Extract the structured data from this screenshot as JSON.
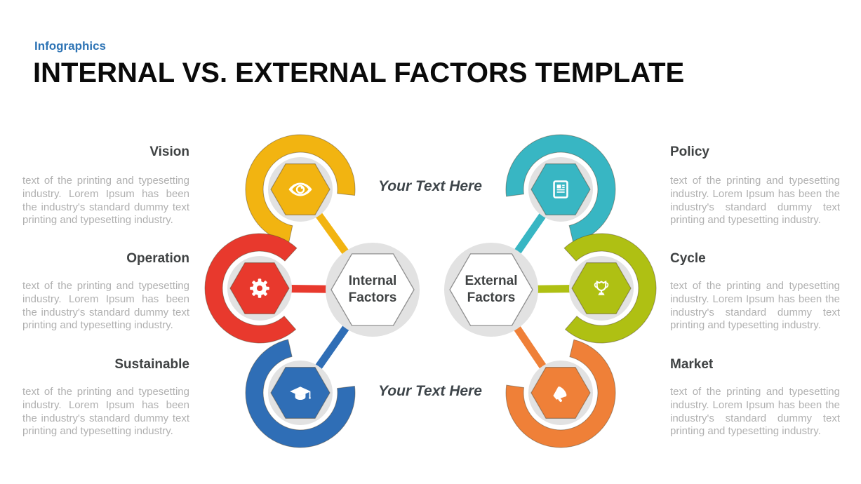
{
  "page": {
    "eyebrow": "Infographics",
    "title": "INTERNAL VS. EXTERNAL FACTORS TEMPLATE"
  },
  "colors": {
    "eyebrow_blue": "#2E74B5",
    "title_black": "#0A0A0A",
    "heading_gray": "#3F4243",
    "body_gray": "#B0B0B0",
    "shadow_circle": "#E2E2E2"
  },
  "factors": {
    "top_text": "Your Text Here",
    "bottom_text": "Your Text Here",
    "internal": {
      "center_label": "Internal Factors",
      "items": [
        {
          "heading": "Vision",
          "icon": "eye-icon",
          "color": "#F2B411",
          "body": "text of the printing and typesetting industry. Lorem Ipsum has been the industry's standard dummy text printing and typesetting industry."
        },
        {
          "heading": "Operation",
          "icon": "gear-icon",
          "color": "#E8392D",
          "body": "text of the printing and typesetting industry. Lorem Ipsum has been the industry's standard dummy text printing and typesetting industry."
        },
        {
          "heading": "Sustainable",
          "icon": "graduation-cap-icon",
          "color": "#2F6EB6",
          "body": "text of the printing and typesetting industry. Lorem Ipsum has been the industry's standard dummy text printing and typesetting industry."
        }
      ]
    },
    "external": {
      "center_label": "External Factors",
      "items": [
        {
          "heading": "Policy",
          "icon": "document-icon",
          "color": "#38B6C3",
          "body": "text of the printing and typesetting industry. Lorem Ipsum has been the industry's standard dummy text printing and typesetting industry."
        },
        {
          "heading": "Cycle",
          "icon": "trophy-icon",
          "color": "#AFC013",
          "body": "text of the printing and typesetting industry. Lorem Ipsum has been the industry's standard dummy text printing and typesetting industry."
        },
        {
          "heading": "Market",
          "icon": "megaphone-icon",
          "color": "#EF8038",
          "body": "text of the printing and typesetting industry. Lorem Ipsum has been the industry's standard dummy text printing and typesetting industry."
        }
      ]
    }
  }
}
